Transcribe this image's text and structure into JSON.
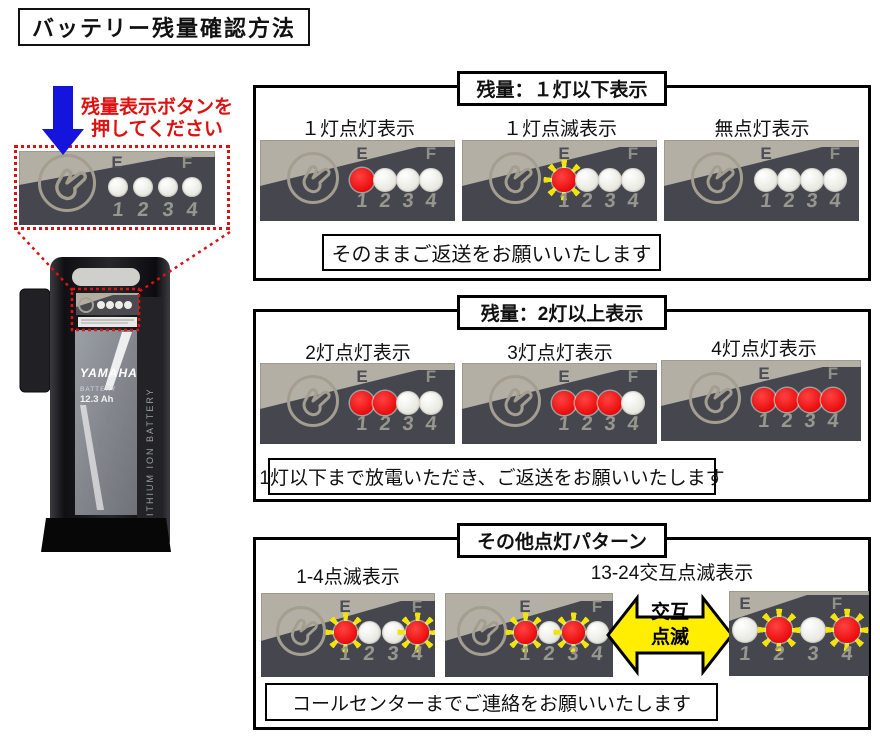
{
  "title": "バッテリー残量確認方法",
  "instruction": {
    "line1": "残量表示ボタンを",
    "line2": "押してください"
  },
  "legend": {
    "e": "E",
    "f": "F",
    "numbers": [
      "1",
      "2",
      "3",
      "4"
    ]
  },
  "left_panel": {
    "leds": [
      "off",
      "off",
      "off",
      "off"
    ]
  },
  "battery": {
    "brand": "YAMAHA",
    "label_small": "BATTERY",
    "capacity": "12.3 Ah",
    "side_text": "LITHIUM ION BATTERY"
  },
  "sections": [
    {
      "header": "残量：１灯以下表示",
      "items": [
        {
          "label": "１灯点灯表示",
          "leds": [
            "on",
            "off",
            "off",
            "off"
          ]
        },
        {
          "label": "１灯点滅表示",
          "leds": [
            "blink",
            "off",
            "off",
            "off"
          ]
        },
        {
          "label": "無点灯表示",
          "leds": [
            "off",
            "off",
            "off",
            "off"
          ]
        }
      ],
      "message": "そのままご返送をお願いいたします"
    },
    {
      "header": "残量：2灯以上表示",
      "items": [
        {
          "label": "2灯点灯表示",
          "leds": [
            "on",
            "on",
            "off",
            "off"
          ]
        },
        {
          "label": "3灯点灯表示",
          "leds": [
            "on",
            "on",
            "on",
            "off"
          ]
        },
        {
          "label": "4灯点灯表示",
          "leds": [
            "on",
            "on",
            "on",
            "on"
          ]
        }
      ],
      "message": "1灯以下まで放電いただき、ご返送をお願いいたします"
    },
    {
      "header": "その他点灯パターン",
      "items": [
        {
          "label": "1-4点滅表示",
          "leds": [
            "blink",
            "off",
            "off",
            "blink"
          ]
        },
        {
          "label": "13-24交互点滅表示",
          "leds": [
            "blink",
            "off",
            "blink",
            "off"
          ]
        },
        {
          "label": "",
          "leds": [
            "off",
            "blink",
            "off",
            "blink"
          ]
        }
      ],
      "arrow": {
        "line1": "交互",
        "line2": "点滅"
      },
      "message": "コールセンターまでご連絡をお願いいたします"
    }
  ],
  "colors": {
    "accent_red": "#dd1111",
    "arrow_blue": "#1414dd",
    "blink_yellow": "#f2e30a",
    "led_red": "#ea0c0c",
    "panel_bg": "#b3afa4",
    "panel_dark": "#46464e",
    "alt_arrow_yellow": "#ffee00"
  }
}
